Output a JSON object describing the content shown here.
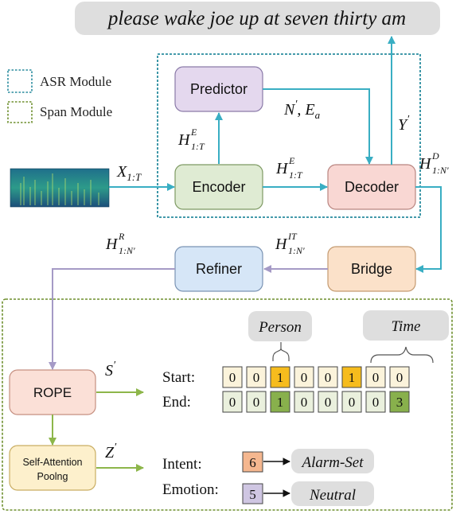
{
  "transcript": "please wake joe up at seven thirty am",
  "legend": {
    "asr": "ASR Module",
    "span": "Span Module"
  },
  "blocks": {
    "predictor": "Predictor",
    "encoder": "Encoder",
    "decoder": "Decoder",
    "refiner": "Refiner",
    "bridge": "Bridge",
    "rope": "ROPE",
    "pool_line1": "Self-Attention",
    "pool_line2": "Poolng"
  },
  "symbols": {
    "x": {
      "base": "X",
      "sub": "1:T"
    },
    "h_enc_up": {
      "base": "H",
      "sup": "E",
      "sub": "1:T"
    },
    "h_enc_right": {
      "base": "H",
      "sup": "E",
      "sub": "1:T"
    },
    "n_ea": {
      "a": "N",
      "prime": "′",
      "comma": ", ",
      "b": "E",
      "sub": "a"
    },
    "y": {
      "base": "Y",
      "prime": "′"
    },
    "h_dec": {
      "base": "H",
      "sup": "D",
      "sub": "1:N′"
    },
    "h_it": {
      "base": "H",
      "sup": "IT",
      "sub": "1:N′"
    },
    "h_r": {
      "base": "H",
      "sup": "R",
      "sub": "1:N′"
    },
    "s": {
      "base": "S",
      "prime": "′"
    },
    "z": {
      "base": "Z",
      "prime": "′"
    }
  },
  "span": {
    "person": "Person",
    "time": "Time",
    "start_label": "Start:",
    "end_label": "End:",
    "start": [
      "0",
      "0",
      "1",
      "0",
      "0",
      "1",
      "0",
      "0"
    ],
    "end": [
      "0",
      "0",
      "1",
      "0",
      "0",
      "0",
      "0",
      "3"
    ]
  },
  "outputs": {
    "intent_label": "Intent:",
    "intent_value": "6",
    "intent_class": "Alarm-Set",
    "emotion_label": "Emotion:",
    "emotion_value": "5",
    "emotion_class": "Neutral"
  },
  "colors": {
    "asr_border": "#2a8c9e",
    "span_border": "#6e8f2e",
    "teal_arrow": "#39aec3",
    "purple_arrow": "#a59ac6",
    "green_arrow": "#8db64a",
    "predictor_fill": "#e4d8ee",
    "encoder_fill": "#dfebd3",
    "decoder_fill": "#f9d7d3",
    "refiner_fill": "#d6e6f7",
    "bridge_fill": "#fbe1c9",
    "rope_fill": "#fbe0d7",
    "pool_fill": "#fdf0cc",
    "start_fill": "#fbf3db",
    "start_hi": "#f6bc1d",
    "end_fill": "#eaf0dd",
    "end_hi": "#88b04c",
    "intent_fill": "#f5b78f",
    "emotion_fill": "#cfc6e2",
    "pill_fill": "#dedede"
  }
}
